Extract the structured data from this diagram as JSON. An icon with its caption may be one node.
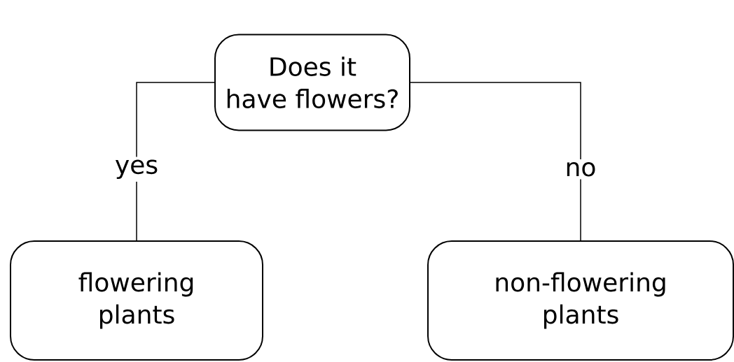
{
  "diagram": {
    "nodes": [
      {
        "text": [
          "Does it have flowers?"
        ]
      },
      {
        "text": [
          "flowering plants"
        ]
      },
      {
        "text": [
          "non-flowering plants"
        ]
      }
    ],
    "edges": [
      {
        "from": 0,
        "to": 1,
        "arrow": "none",
        "label": "yes"
      },
      {
        "from": 0,
        "to": 2,
        "arrow": "none",
        "label": "no"
      }
    ]
  }
}
